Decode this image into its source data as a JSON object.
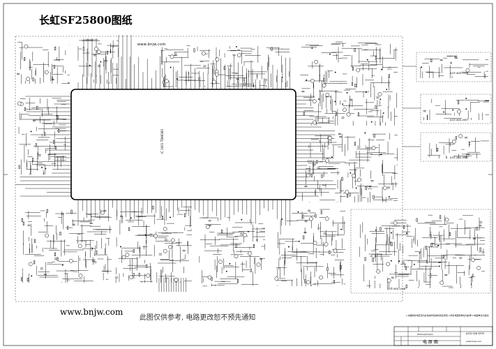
{
  "title": "长虹SF25800图纸",
  "url_top": "www.bnjw.com",
  "url_bottom": "www.bnjw.com",
  "disclaimer": "此图仅供参考, 电路更改恕不预先通知",
  "main_ic_label": "IC 1001 TDA9383",
  "subboards": [
    {
      "label": "JUCF-800-150B"
    },
    {
      "label": "JUCF-800-160T"
    },
    {
      "label": "JUCF-800-131C"
    },
    {
      "label": "JUCF-800-140B"
    }
  ],
  "notes": "1.本图所标电压值为彩色信号接收时的实测值 2.所标电阻值单位为欧姆 3.电容单位为微法",
  "title_block": {
    "drawing_name": "电 原 图",
    "model": "JUCS-026-SF25",
    "site": "www.bnjw.com",
    "code": "PF2512(E7)001"
  },
  "colors": {
    "line": "#000000",
    "frame": "#888888",
    "text": "#000000"
  }
}
